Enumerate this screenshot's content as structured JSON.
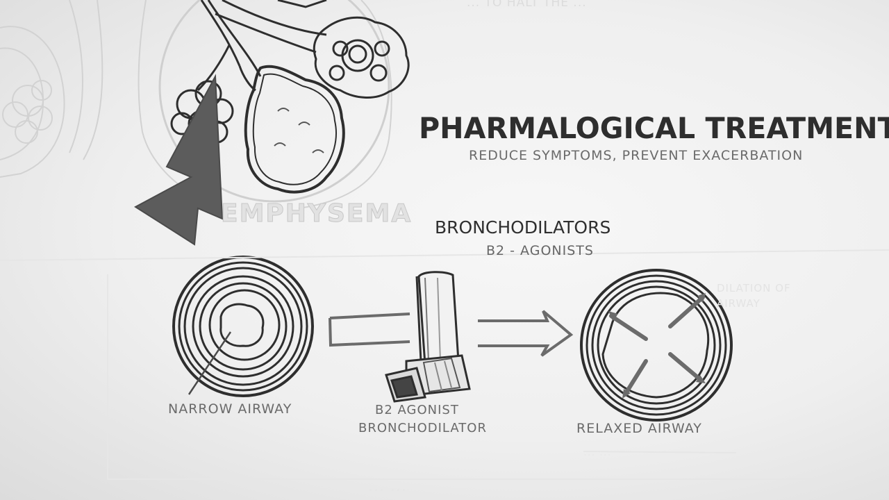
{
  "slide": {
    "title": "PHARMALOGICAL TREATMENT",
    "subtitle": "REDUCE SYMPTOMS, PREVENT EXACERBATION",
    "emphysema_label": "EMPHYSEMA",
    "section_heading": "BRONCHODILATORS",
    "section_subheading": "B2 - AGONISTS",
    "labels": {
      "narrow_airway": "NARROW AIRWAY",
      "agonist_line1": "B2 AGONIST",
      "agonist_line2": "BRONCHODILATOR",
      "relaxed_airway": "RELAXED AIRWAY"
    },
    "faint_text": {
      "top": "... TO HALT THE ...",
      "right": "DILATION OF\nAIRWAY",
      "bottom_right": "... ...",
      "bottom": "... ..."
    }
  },
  "colors": {
    "ink": "#2e2e2e",
    "marker_gray": "#6b6b6b",
    "faded": "#c9c9c9"
  }
}
